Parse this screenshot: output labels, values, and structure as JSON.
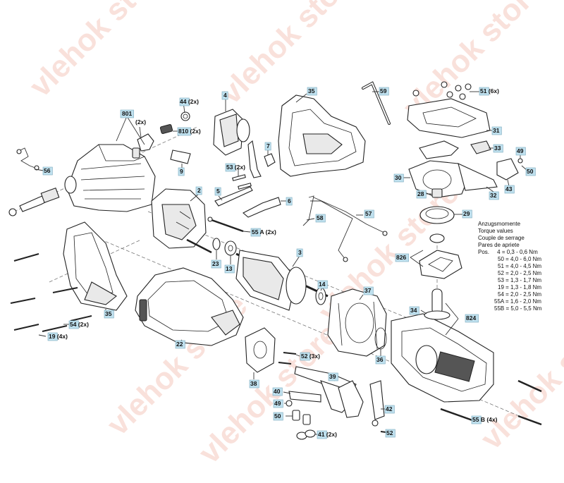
{
  "watermark": {
    "text": "vlehok store"
  },
  "callouts": [
    {
      "id": "801",
      "text": "801"
    },
    {
      "id": "44",
      "text": "44 (2x)"
    },
    {
      "id": "4",
      "text": "4"
    },
    {
      "id": "35a",
      "text": "35"
    },
    {
      "id": "59",
      "text": "59"
    },
    {
      "id": "51",
      "text": "51 (6x)"
    },
    {
      "id": "2x",
      "text": "(2x)"
    },
    {
      "id": "810",
      "text": "810 (2x)"
    },
    {
      "id": "31",
      "text": "31"
    },
    {
      "id": "7",
      "text": "7"
    },
    {
      "id": "33",
      "text": "33"
    },
    {
      "id": "49a",
      "text": "49"
    },
    {
      "id": "53",
      "text": "53 (2x)"
    },
    {
      "id": "9",
      "text": "9"
    },
    {
      "id": "56",
      "text": "56"
    },
    {
      "id": "30",
      "text": "30"
    },
    {
      "id": "50a",
      "text": "50"
    },
    {
      "id": "43",
      "text": "43"
    },
    {
      "id": "2",
      "text": "2"
    },
    {
      "id": "5",
      "text": "5"
    },
    {
      "id": "6",
      "text": "6"
    },
    {
      "id": "28",
      "text": "28"
    },
    {
      "id": "32",
      "text": "32"
    },
    {
      "id": "57",
      "text": "57"
    },
    {
      "id": "29",
      "text": "29"
    },
    {
      "id": "58",
      "text": "58"
    },
    {
      "id": "55a",
      "text": "55 A (2x)"
    },
    {
      "id": "3",
      "text": "3"
    },
    {
      "id": "23",
      "text": "23"
    },
    {
      "id": "13",
      "text": "13"
    },
    {
      "id": "826",
      "text": "826"
    },
    {
      "id": "14",
      "text": "14"
    },
    {
      "id": "37",
      "text": "37"
    },
    {
      "id": "34",
      "text": "34"
    },
    {
      "id": "824",
      "text": "824"
    },
    {
      "id": "35b",
      "text": "35"
    },
    {
      "id": "54",
      "text": "54 (2x)"
    },
    {
      "id": "19",
      "text": "19 (4x)"
    },
    {
      "id": "22",
      "text": "22"
    },
    {
      "id": "36",
      "text": "36"
    },
    {
      "id": "52a",
      "text": "52 (3x)"
    },
    {
      "id": "38",
      "text": "38"
    },
    {
      "id": "39",
      "text": "39"
    },
    {
      "id": "40",
      "text": "40"
    },
    {
      "id": "49b",
      "text": "49"
    },
    {
      "id": "50b",
      "text": "50"
    },
    {
      "id": "42",
      "text": "42"
    },
    {
      "id": "55b",
      "text": "55 B (4x)"
    },
    {
      "id": "52b",
      "text": "52"
    },
    {
      "id": "41",
      "text": "41 (2x)"
    }
  ],
  "torque_values": {
    "headings": [
      "Anzugsmomente",
      "Torque values",
      "Couple de serrage",
      "Pares de apriete"
    ],
    "pos_label": "Pos.",
    "rows": [
      {
        "pos": "4",
        "value": "= 0,3 - 0,6 Nm"
      },
      {
        "pos": "50",
        "value": "= 4,0 - 6,0 Nm"
      },
      {
        "pos": "51",
        "value": "= 4,0 - 4,5 Nm"
      },
      {
        "pos": "52",
        "value": "= 2,0 - 2,5 Nm"
      },
      {
        "pos": "53",
        "value": "= 1,3 - 1,7 Nm"
      },
      {
        "pos": "19",
        "value": "= 1,3 - 1,8 Nm"
      },
      {
        "pos": "54",
        "value": "= 2,0 - 2,5 Nm"
      },
      {
        "pos": "55A",
        "value": "= 1,6 - 2,0 Nm"
      },
      {
        "pos": "55B",
        "value": "= 5,0 - 5,5 Nm"
      }
    ]
  }
}
